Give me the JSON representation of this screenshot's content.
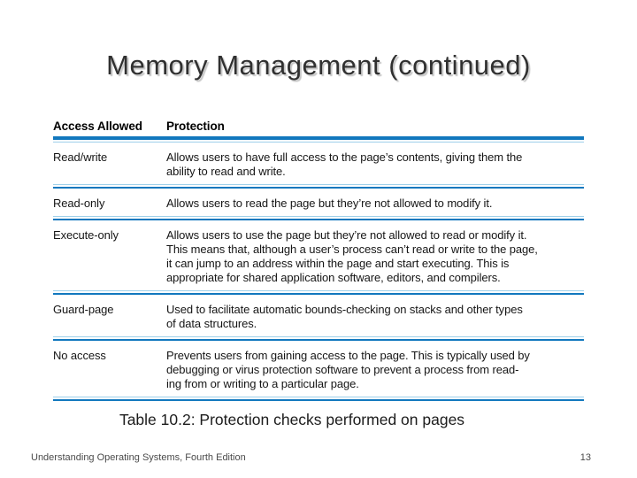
{
  "title": "Memory Management (continued)",
  "table": {
    "headers": {
      "access": "Access Allowed",
      "protection": "Protection"
    },
    "rows": [
      {
        "access": "Read/write",
        "protection": [
          "Allows users to have full access to the page’s contents, giving them the",
          "ability to read and write."
        ]
      },
      {
        "access": "Read-only",
        "protection": [
          "Allows users to read the page but they’re not allowed to modify it."
        ]
      },
      {
        "access": "Execute-only",
        "protection": [
          "Allows users to use the page but they’re not allowed to read or modify it.",
          "This means that, although a user’s process can’t read or write to the page,",
          "it can jump to an address within the page and start executing. This is",
          "appropriate for shared application software, editors, and compilers."
        ]
      },
      {
        "access": "Guard-page",
        "protection": [
          "Used to facilitate automatic bounds-checking on stacks and other types",
          "of data structures."
        ]
      },
      {
        "access": "No access",
        "protection": [
          "Prevents users from gaining access to the page. This is typically used by",
          "debugging or virus protection software to prevent a process from read-",
          "ing from or writing to a particular page."
        ]
      }
    ]
  },
  "caption": "Table 10.2: Protection checks performed on pages",
  "footer": {
    "left": "Understanding Operating Systems, Fourth Edition",
    "page": "13"
  },
  "colors": {
    "rule_dark": "#1278be",
    "rule_light": "#9fd0ea"
  }
}
